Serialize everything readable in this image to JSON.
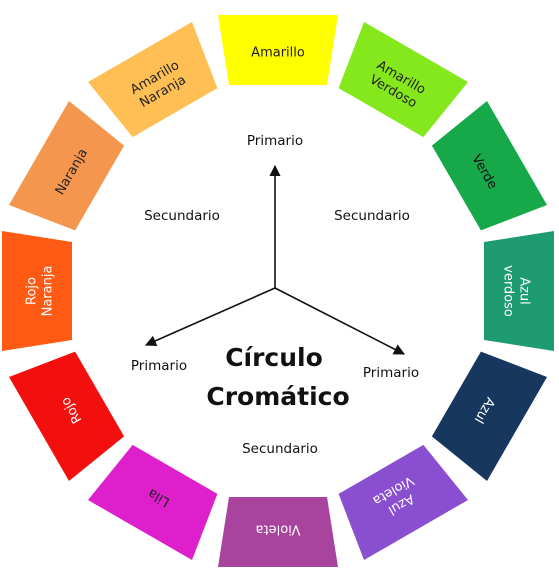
{
  "title": {
    "line1": "Círculo",
    "line2": "Cromático"
  },
  "segments": [
    {
      "label": [
        "Amarillo"
      ],
      "color": "#FFFF00",
      "text_color": "#222222"
    },
    {
      "label": [
        "Amarillo",
        "Verdoso"
      ],
      "color": "#84E81C",
      "text_color": "#222222"
    },
    {
      "label": [
        "Verde"
      ],
      "color": "#17A84A",
      "text_color": "#111111"
    },
    {
      "label": [
        "Azul",
        "verdoso"
      ],
      "color": "#1E9B71",
      "text_color": "#ffffff"
    },
    {
      "label": [
        "Azul"
      ],
      "color": "#17375E",
      "text_color": "#ffffff"
    },
    {
      "label": [
        "Azul",
        "Violeta"
      ],
      "color": "#8A4FD0",
      "text_color": "#ffffff"
    },
    {
      "label": [
        "Violeta"
      ],
      "color": "#A8449E",
      "text_color": "#ffffff"
    },
    {
      "label": [
        "Lila"
      ],
      "color": "#DD1FCC",
      "text_color": "#222222"
    },
    {
      "label": [
        "Rojo"
      ],
      "color": "#F40F0F",
      "text_color": "#ffffff"
    },
    {
      "label": [
        "Rojo",
        "Naranja"
      ],
      "color": "#FF5A14",
      "text_color": "#ffffff"
    },
    {
      "label": [
        "Naranja"
      ],
      "color": "#F5964F",
      "text_color": "#222222"
    },
    {
      "label": [
        "Amarillo",
        "Naranja"
      ],
      "color": "#FFBF55",
      "text_color": "#222222"
    }
  ],
  "relations": {
    "primario_top": "Primario",
    "primario_left": "Primario",
    "primario_right": "Primario",
    "secundario_left": "Secundario",
    "secundario_right": "Secundario",
    "secundario_bottom": "Secundario"
  }
}
